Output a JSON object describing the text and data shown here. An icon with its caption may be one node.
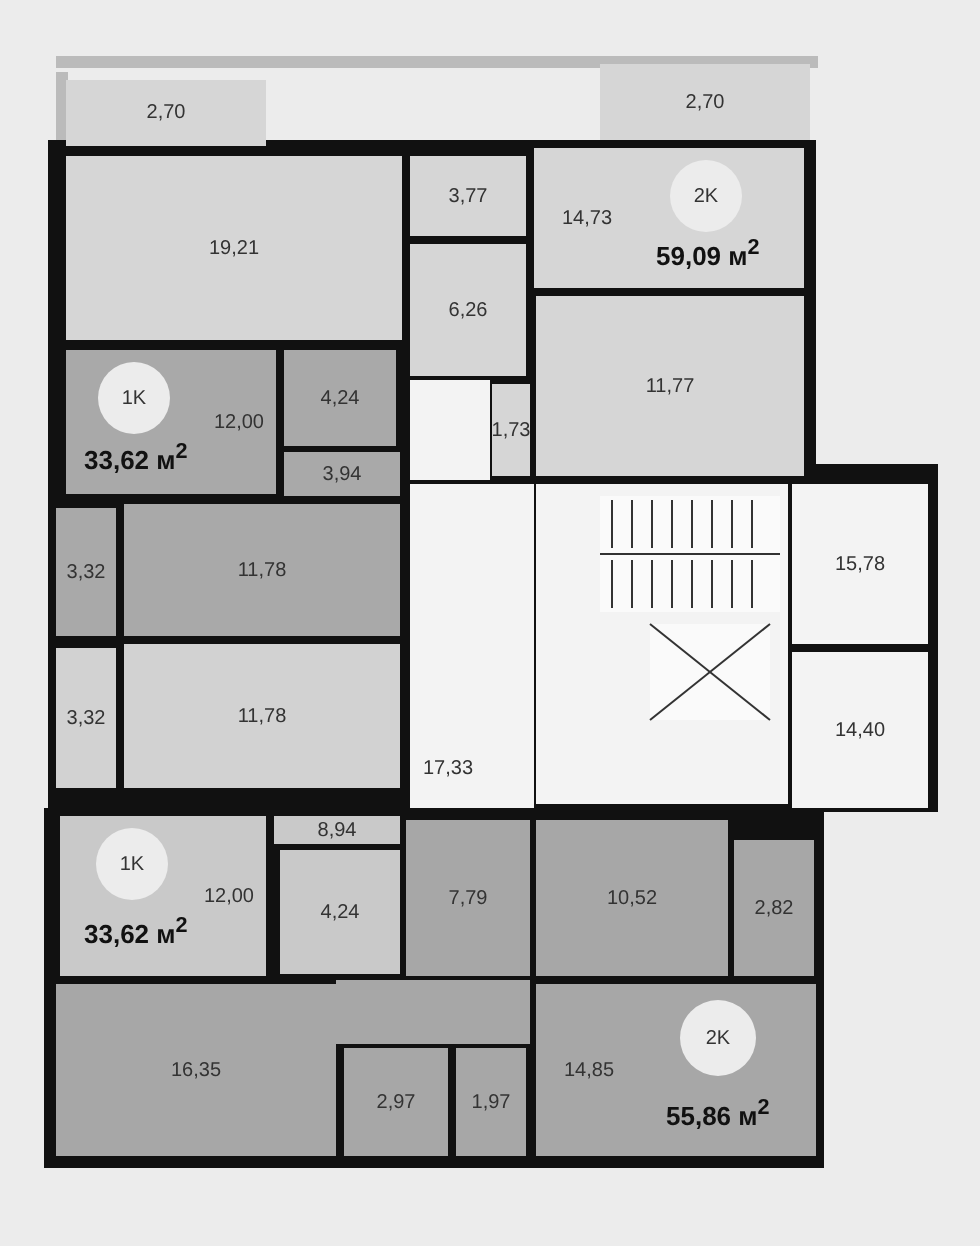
{
  "diagram": {
    "nodes": [
      {
        "text": [
          "2,70"
        ]
      },
      {
        "text": [
          "19,21"
        ]
      },
      {
        "text": [
          "3,77"
        ]
      },
      {
        "text": [
          "2,70"
        ]
      },
      {
        "text": [
          "14,73"
        ]
      },
      {
        "text": [
          "2K"
        ],
        "in": 4
      },
      {
        "text": [
          "6,26"
        ]
      },
      {
        "text": [
          "11,77"
        ]
      },
      {
        "text": [
          "1,73"
        ]
      },
      {
        "text": [
          "12,00"
        ]
      },
      {
        "text": [
          "1K"
        ],
        "in": 9
      },
      {
        "text": [
          "4,24"
        ]
      },
      {
        "text": [
          "3,94"
        ]
      },
      {
        "text": [
          "3,32"
        ]
      },
      {
        "text": [
          "11,78"
        ]
      },
      {
        "text": [
          "3,32"
        ]
      },
      {
        "text": [
          "11,78"
        ]
      },
      {
        "text": [
          "17,33"
        ]
      },
      {
        "text": [
          "15,78"
        ]
      },
      {
        "text": [
          "14,40"
        ]
      },
      {
        "text": [
          "12,00"
        ]
      },
      {
        "text": [
          "1K"
        ],
        "in": 20
      },
      {
        "text": [
          "8,94"
        ]
      },
      {
        "text": [
          "4,24"
        ]
      },
      {
        "text": [
          "10,52"
        ]
      },
      {
        "text": [
          "2,82"
        ]
      },
      {
        "text": [
          "7,79"
        ]
      },
      {
        "text": [
          "16,35"
        ]
      },
      {
        "text": [
          "2,97"
        ]
      },
      {
        "text": [
          "1,97"
        ]
      },
      {
        "text": [
          "14,85"
        ]
      },
      {
        "text": [
          "2K"
        ],
        "in": 30
      }
    ],
    "labels": [
      "59,09 м$^{2}$",
      "33,62 м$^{2}$",
      "33,62 м$^{2}$",
      "55,86 м$^{2}$"
    ]
  }
}
